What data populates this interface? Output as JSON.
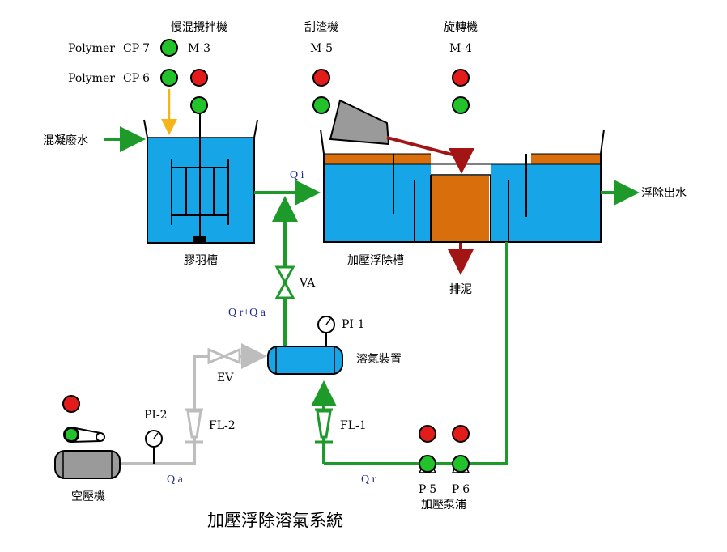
{
  "title": "加壓浮除溶氣系統",
  "colors": {
    "water": "#16a5e6",
    "pipe_water": "#1e9a2a",
    "pipe_air": "#bdbdbd",
    "polymer_line": "#f5b41a",
    "sludge": "#d86f0c",
    "sludge_arrow": "#a31515",
    "indicator_red": "#e41b1b",
    "indicator_green": "#22c22b",
    "flow_text": "#1f2a8c"
  },
  "labels": {
    "slow_mixer": "慢混攪拌機",
    "scraper": "刮渣機",
    "rotator": "旋轉機",
    "polymer_1": "Polymer",
    "polymer_2": "Polymer",
    "cp7": "CP-7",
    "cp6": "CP-6",
    "m3": "M-3",
    "m5": "M-5",
    "m4": "M-4",
    "inflow": "混凝廢水",
    "flocculation_tank": "膠羽槽",
    "daf_tank": "加壓浮除槽",
    "outflow": "浮除出水",
    "sludge_out": "排泥",
    "va": "VA",
    "ev": "EV",
    "fl1": "FL-1",
    "fl2": "FL-2",
    "pi1": "PI-1",
    "pi2": "PI-2",
    "dissolver": "溶氣裝置",
    "compressor": "空壓機",
    "p5": "P-5",
    "p6": "P-6",
    "pump": "加壓泵浦"
  },
  "flows": {
    "qi": "Q i",
    "qr_qa": "Q r+Q a",
    "qa": "Q a",
    "qr": "Q r"
  },
  "icons": {
    "indicator": "status-light-icon",
    "gauge": "pressure-gauge-icon",
    "valve": "valve-icon",
    "pump": "pump-icon",
    "flowmeter": "flowmeter-icon"
  }
}
